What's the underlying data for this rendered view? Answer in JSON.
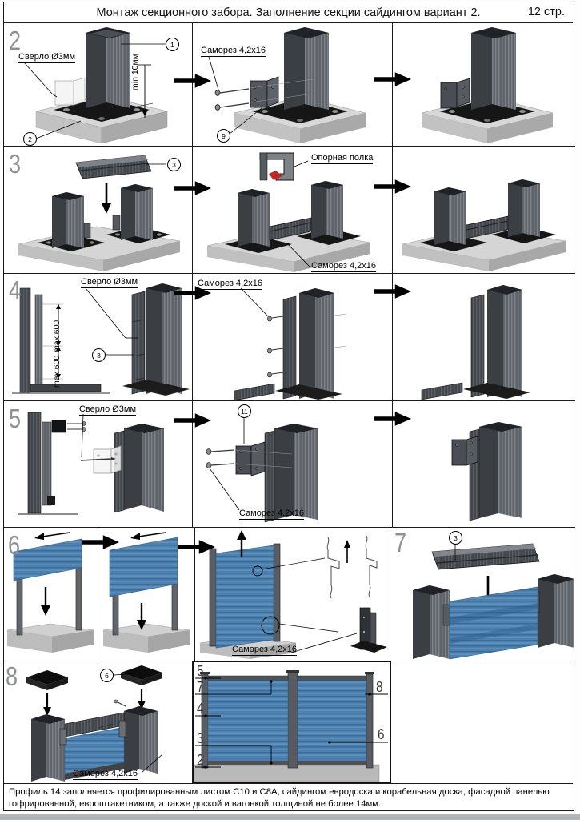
{
  "header": {
    "title": "Монтаж секционного забора. Заполнение секции сайдингом вариант 2.",
    "page_number": "12 стр."
  },
  "steps": {
    "step2": {
      "num": "2",
      "drill_label": "Сверло Ø3мм",
      "min_label": "min 10мм",
      "screw_label": "Саморез 4,2х16",
      "callout_1": "1",
      "callout_2": "2",
      "callout_9": "9"
    },
    "step3": {
      "num": "3",
      "callout_3": "3",
      "shelf_label": "Опорная полка",
      "screw_label": "Саморез 4,2х16"
    },
    "step4": {
      "num": "4",
      "drill_label": "Сверло Ø3мм",
      "max_label_1": "max 600",
      "max_label_2": "max 600",
      "callout_3": "3",
      "screw_label": "Саморез 4,2х16"
    },
    "step5": {
      "num": "5",
      "drill_label": "Сверло Ø3мм",
      "callout_11": "11",
      "screw_label": "Саморез 4,2х16"
    },
    "step6": {
      "num": "6",
      "screw_label": "Саморез 4,2х16"
    },
    "step7": {
      "num": "7",
      "callout_3": "3"
    },
    "step8": {
      "num": "8",
      "callout_6": "6",
      "screw_label": "Саморез 4,2х16"
    },
    "final": {
      "n2": "2",
      "n3": "3",
      "n4": "4",
      "n5": "5",
      "n6": "6",
      "n7": "7",
      "n8": "8"
    }
  },
  "footer": {
    "text": "Профиль 14 заполняется профилированным листом С10 и С8А, сайдингом евродоска и корабельная доска, фасадной панелью гофрированной, евроштакетником, а также доской и вагонкой толщиной не более 14мм."
  },
  "colors": {
    "siding_blue": "#4d82b0",
    "siding_line": "#3a6c9d",
    "post_dark": "#3b3f44",
    "post_light": "#5f646a",
    "concrete": "#c6c6c6",
    "accent_red": "#c32525"
  }
}
